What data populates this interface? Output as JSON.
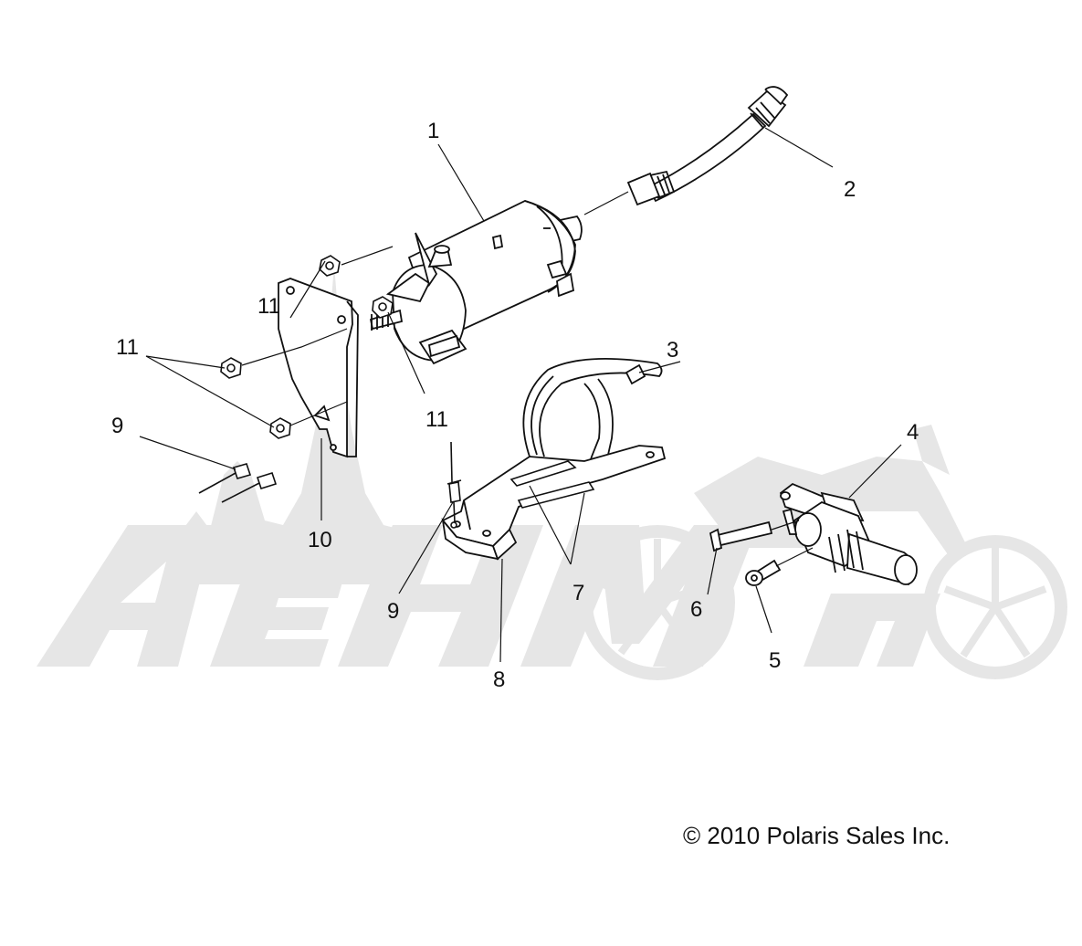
{
  "watermark": {
    "text": "AehMoto",
    "color": "#e6e6e6"
  },
  "callouts": [
    {
      "id": "c1",
      "text": "1"
    },
    {
      "id": "c2",
      "text": "2"
    },
    {
      "id": "c3",
      "text": "3"
    },
    {
      "id": "c4",
      "text": "4"
    },
    {
      "id": "c5",
      "text": "5"
    },
    {
      "id": "c6",
      "text": "6"
    },
    {
      "id": "c7",
      "text": "7"
    },
    {
      "id": "c8",
      "text": "8"
    },
    {
      "id": "c9a",
      "text": "9"
    },
    {
      "id": "c9b",
      "text": "9"
    },
    {
      "id": "c10",
      "text": "10"
    },
    {
      "id": "c11a",
      "text": "11"
    },
    {
      "id": "c11b",
      "text": "11"
    },
    {
      "id": "c11c",
      "text": "11"
    }
  ],
  "copyright": "© 2010 Polaris Sales Inc.",
  "colors": {
    "line": "#111111",
    "part_fill": "#ffffff",
    "watermark": "#e6e6e6"
  }
}
